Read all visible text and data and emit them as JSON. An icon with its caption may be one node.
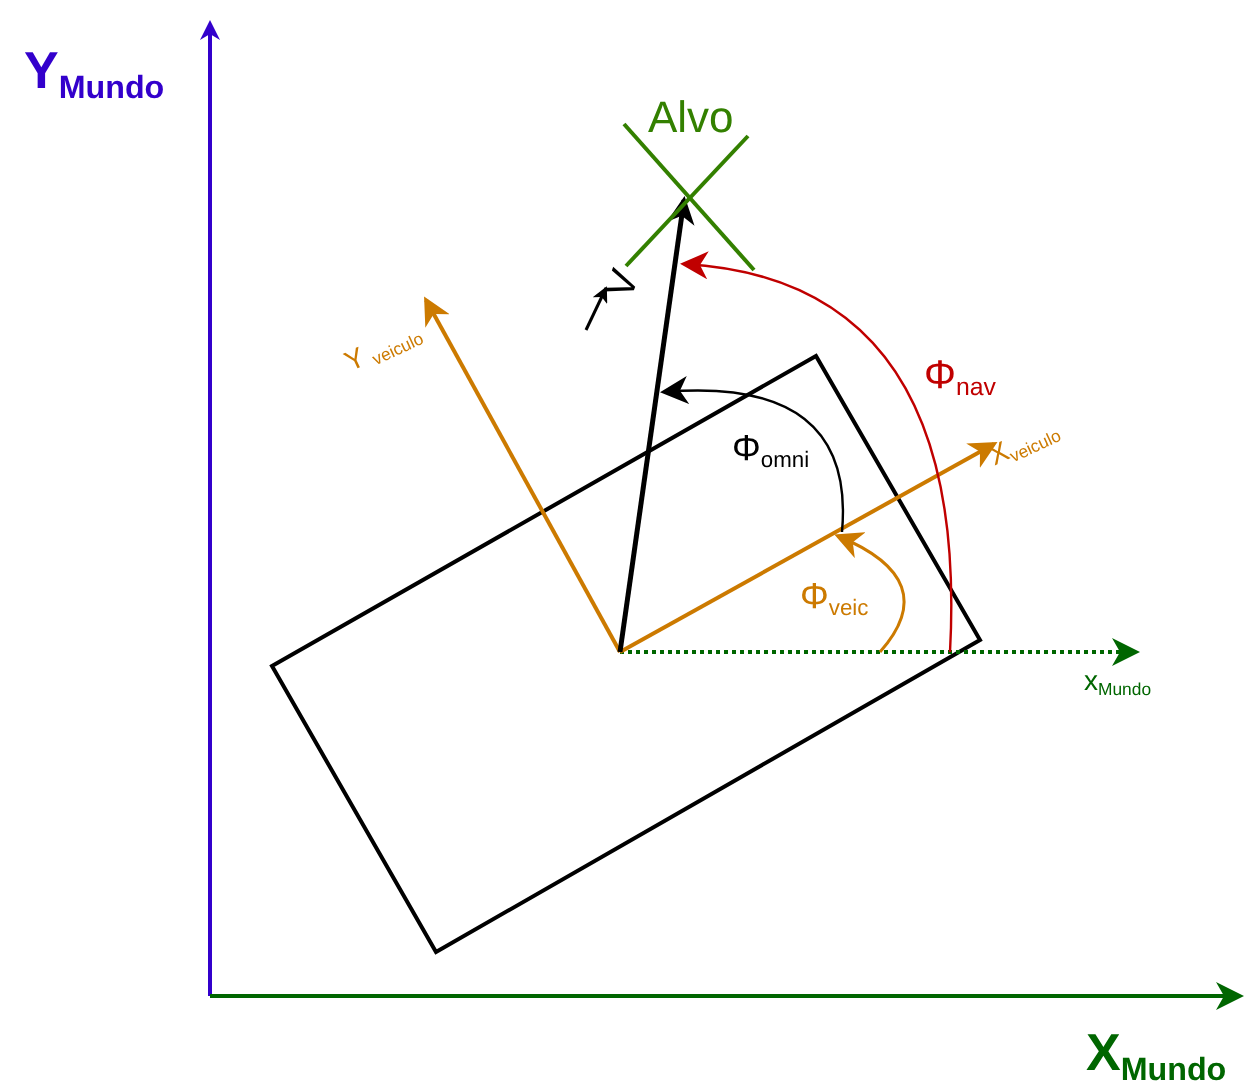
{
  "diagram": {
    "labels": [
      "Y$_{Mundo}$",
      "Alvo",
      "V",
      "Y $_{veiculo}$",
      "Φ$_{nav}$",
      "Φ$_{omni}$",
      "X$_{veiculo}$",
      "Φ$_{veic}$",
      "x$_{Mundo}$",
      "X$_{Mundo}$"
    ]
  }
}
